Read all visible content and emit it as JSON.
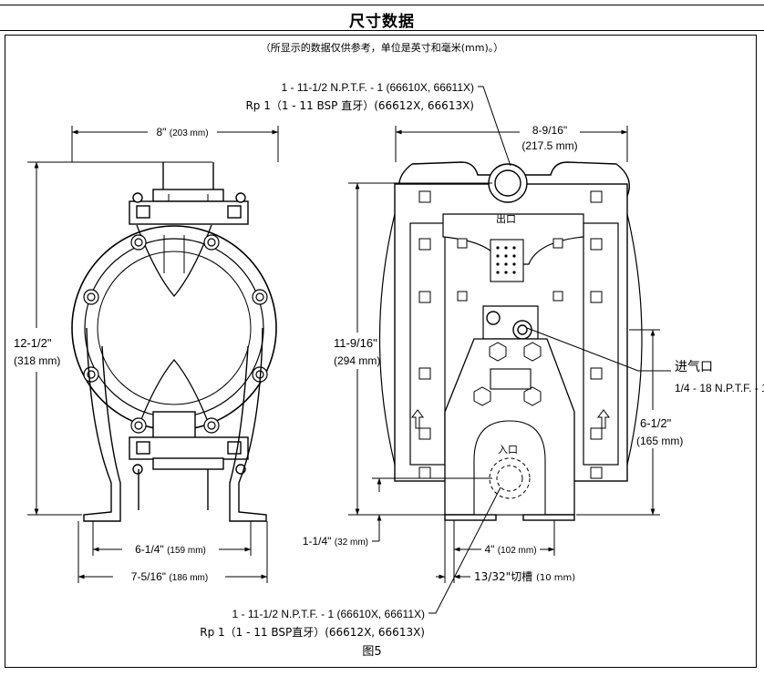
{
  "header": {
    "title": "尺寸数据",
    "note": "（所显示的数据仅供参考，单位是英寸和毫米(mm)。）"
  },
  "callouts": {
    "outlet_thread_1": "1 - 11-1/2 N.P.T.F. - 1 (66610X, 66611X)",
    "outlet_thread_2": "Rp 1（1 - 11 BSP 直牙）(66612X, 66613X)",
    "outlet_label": "出口",
    "inlet_label": "入口",
    "air_inlet_label": "进气口",
    "air_inlet_thread": "1/4 - 18 N.P.T.F. - 1",
    "inlet_thread_1": "1 - 11-1/2 N.P.T.F. - 1 (66610X, 66611X)",
    "inlet_thread_2": "Rp 1（1 - 11 BSP直牙）(66612X, 66613X)"
  },
  "dimensions": {
    "front_width": {
      "in": "8\"",
      "mm": "(203 mm)"
    },
    "front_height": {
      "in": "12-1/2\"",
      "mm": "(318 mm)"
    },
    "front_bolt_span": {
      "in": "6-1/4\"",
      "mm": "(159 mm)"
    },
    "front_base_width": {
      "in": "7-5/16\"",
      "mm": "(186 mm)"
    },
    "side_width": {
      "in": "8-9/16\"",
      "mm": "(217.5 mm)"
    },
    "side_height": {
      "in": "11-9/16\"",
      "mm": "(294 mm)"
    },
    "air_inlet_height": {
      "in": "6-1/2\"",
      "mm": "(165 mm)"
    },
    "inlet_height": {
      "in": "1-1/4\"",
      "mm": "(32 mm)"
    },
    "base_mount_span": {
      "in": "4\"",
      "mm": "(102 mm)"
    },
    "slot": {
      "in": "13/32\"切槽",
      "mm": "(10 mm)"
    }
  },
  "figure_caption": "图5"
}
